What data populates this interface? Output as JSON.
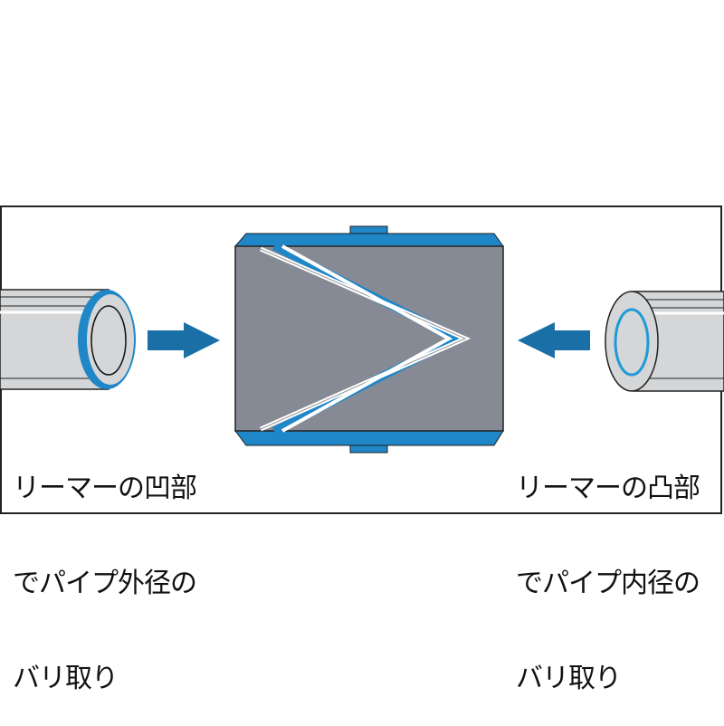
{
  "left_caption": {
    "lines": [
      "リーマーの凹部",
      "でパイプ外径の",
      "バリ取り"
    ]
  },
  "right_caption": {
    "lines": [
      "リーマーの凸部",
      "でパイプ内径の",
      "バリ取り"
    ]
  },
  "colors": {
    "blue": "#1f86c8",
    "dark_blue": "#1a6fa6",
    "body_gray": "#868a94",
    "pipe_gray": "#d4d6d8",
    "frame": "#222222"
  }
}
